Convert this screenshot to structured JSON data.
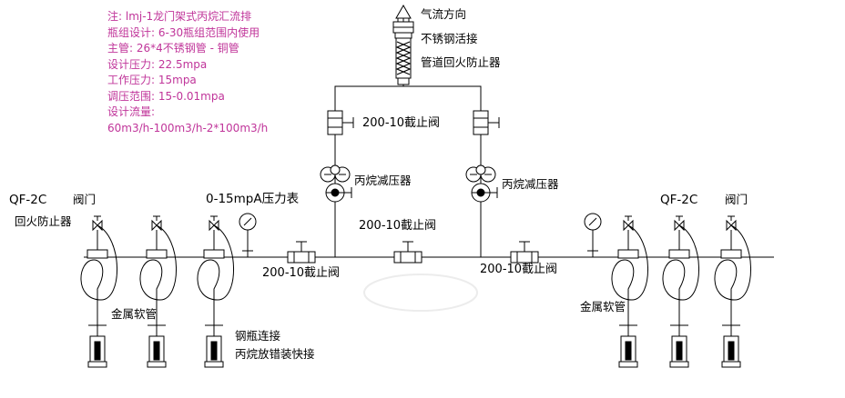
{
  "colors": {
    "spec_text": "#c0359a",
    "line": "#000000"
  },
  "specs": [
    "注: lmj-1龙门架式丙烷汇流排",
    "瓶组设计: 6-30瓶组范围内使用",
    "主管: 26*4不锈钢管 - 铜管",
    "设计压力: 22.5mpa",
    "工作压力: 15mpa",
    "调压范围: 15-0.01mpa",
    "设计流量:",
    "60m3/h-100m3/h-2*100m3/h"
  ],
  "labels": {
    "airflow": "气流方向",
    "stainless_joint": "不锈钢活接",
    "pipe_flashback": "管道回火防止器",
    "valve_top_left": "200-10截止阀",
    "reducer_left": "丙烷减压器",
    "reducer_right": "丙烷减压器",
    "valve_middle": "200-10截止阀",
    "valve_bottom_left": "200-10截止阀",
    "valve_bottom_right": "200-10截止阀",
    "gauge": "0-15mpA压力表",
    "qf_left": "QF-2C",
    "valve_word_left": "阀门",
    "flashback_left": "回火防止器",
    "qf_right": "QF-2C",
    "valve_word_right": "阀门",
    "hose_left": "金属软管",
    "hose_right": "金属软管",
    "cylinder_connect": "钢瓶连接",
    "anti_misconnect": "丙烷放错装快接"
  }
}
